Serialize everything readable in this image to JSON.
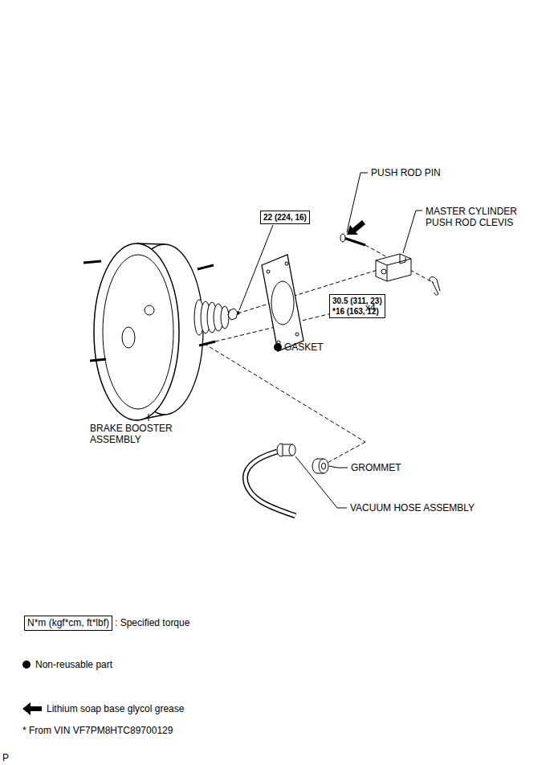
{
  "diagram": {
    "nodes": [
      {
        "text": [
          "22 (224, 16)"
        ]
      },
      {
        "text": [
          "30.5 (311, 23)",
          "*16 (163, 12)"
        ]
      },
      {
        "text": [
          "N*m (kgf*cm, ft*lbf)"
        ]
      }
    ],
    "labels": [
      "PUSH ROD PIN",
      "MASTER CYLINDER PUSH ROD CLEVIS",
      "x4",
      "GASKET",
      "BRAKE BOOSTER ASSEMBLY",
      "GROMMET",
      "VACUUM HOSE ASSEMBLY",
      "* From VIN VF7PM8HTC89700129",
      "P"
    ],
    "legend": [
      {
        "text": ": Specified torque"
      },
      {
        "text": "Non-reusable part"
      },
      {
        "text": "Lithium soap base glycol grease"
      }
    ]
  }
}
